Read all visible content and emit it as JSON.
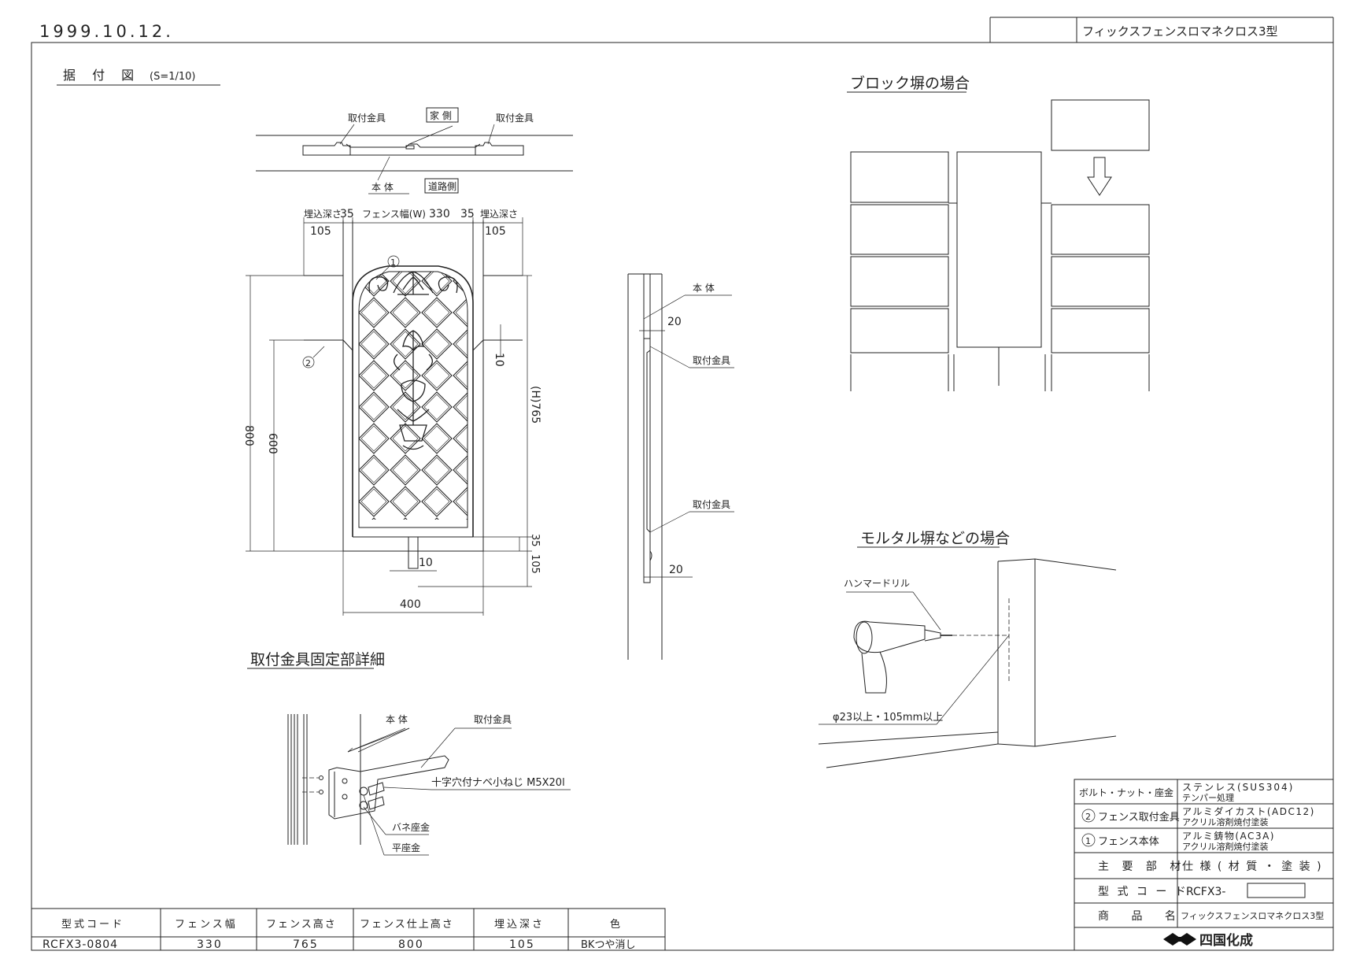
{
  "header": {
    "date": "1999.10.12.",
    "product_title": "フィックスフェンスロマネクロス3型"
  },
  "installation": {
    "title": "据 付 図",
    "scale": "(S=1/10)",
    "plan": {
      "bracket_left": "取付金具",
      "bracket_right": "取付金具",
      "house_side": "家 側",
      "road_side": "道路側",
      "body": "本 体"
    },
    "dims": {
      "embed_left": "埋込深さ",
      "embed_right": "埋込深さ",
      "w35_left": "35",
      "fence_width": "フェンス幅(W)",
      "w330": "330",
      "w35_right": "35",
      "w105_left": "105",
      "w105_right": "105",
      "h800": "800",
      "h600": "600",
      "h765": "(H)765",
      "d10_side": "10",
      "d35_bottom": "35",
      "d105_bottom": "105",
      "d10_post": "10",
      "w400": "400"
    },
    "markers": {
      "m1": "1",
      "m2": "2"
    }
  },
  "side_view": {
    "body": "本 体",
    "bracket_top": "取付金具",
    "bracket_bottom": "取付金具",
    "d20_top": "20",
    "d20_bottom": "20"
  },
  "block_wall": {
    "title": "ブロック塀の場合"
  },
  "mortar_wall": {
    "title": "モルタル塀などの場合",
    "drill": "ハンマードリル",
    "hole": "φ23以上・105mm以上"
  },
  "bracket_detail": {
    "title": "取付金具固定部詳細",
    "body": "本 体",
    "bracket": "取付金具",
    "screw": "十字穴付ナベ小ねじ M5X20l",
    "spring_washer": "バネ座金",
    "flat_washer": "平座金"
  },
  "spec_table": {
    "headers": [
      "型式コード",
      "フェンス幅",
      "フェンス高さ",
      "フェンス仕上高さ",
      "埋込深さ",
      "色"
    ],
    "row": [
      "RCFX3-0804",
      "330",
      "765",
      "800",
      "105",
      "BKつや消し"
    ]
  },
  "parts_table": {
    "rows": [
      {
        "part": "ボルト・ナット・座金",
        "spec1": "ステンレス(SUS304)",
        "spec2": "テンパー処理"
      },
      {
        "num": "2",
        "part": "フェンス取付金具",
        "spec1": "アルミダイカスト(ADC12)",
        "spec2": "アクリル溶剤焼付塗装"
      },
      {
        "num": "1",
        "part": "フェンス本体",
        "spec1": "アルミ鋳物(AC3A)",
        "spec2": "アクリル溶剤焼付塗装"
      }
    ],
    "header_part": "主 要 部 材",
    "header_spec": "仕 様 ( 材 質 ・ 塗 装 )",
    "code_label": "型 式 コ ー ド",
    "code_value": "RCFX3-",
    "name_label": "商 品 名",
    "name_value": "フィックスフェンスロマネクロス3型",
    "brand": "四国化成"
  }
}
